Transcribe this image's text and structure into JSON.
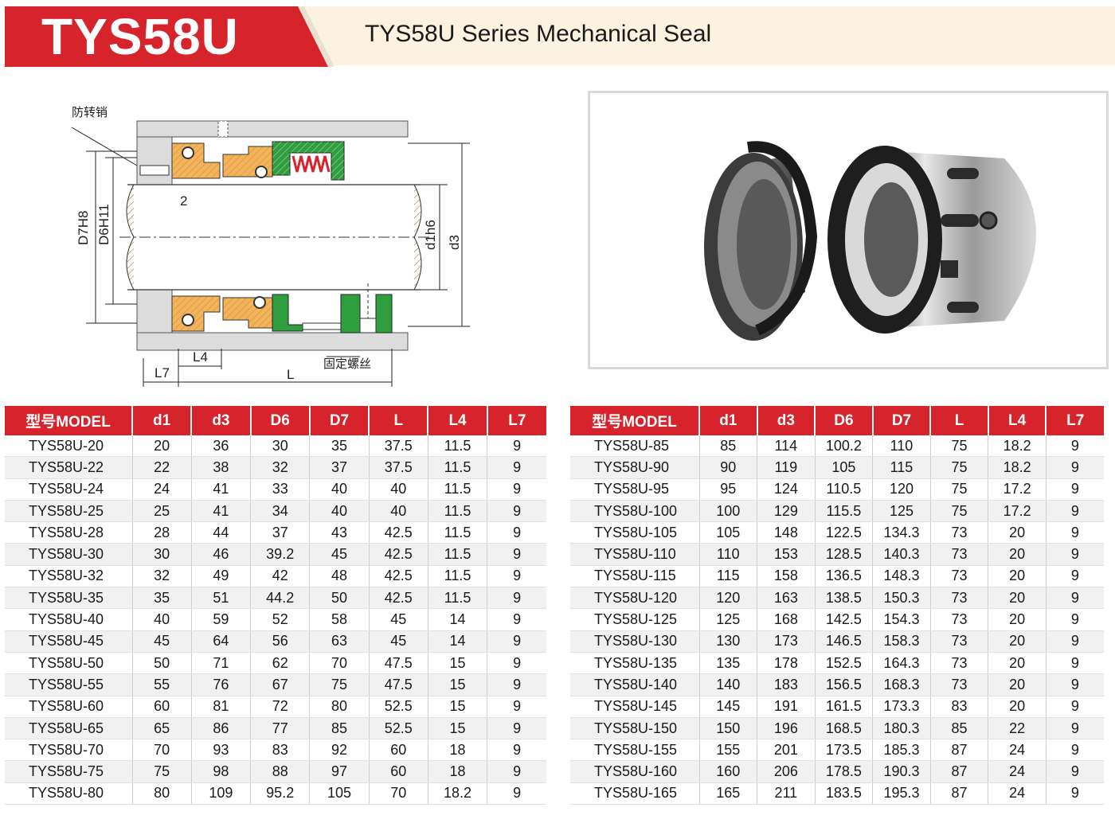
{
  "header": {
    "model": "TYS58U",
    "series_title": "TYS58U  Series Mechanical Seal"
  },
  "drawing": {
    "labels": {
      "anti_rotation_pin": "防转销",
      "set_screw": "固定螺丝",
      "d7h8": "D7H8",
      "d6h11": "D6H11",
      "d1h6": "d1h6",
      "d3": "d3",
      "l7": "L7",
      "l4": "L4",
      "l": "L",
      "two": "2"
    }
  },
  "colors": {
    "accent_red": "#d7232c",
    "header_cream": "#fbf3df",
    "part_orange": "#f3b35a",
    "part_green": "#2e9e3e",
    "spring_red": "#d7232c"
  },
  "table": {
    "columns": [
      "型号MODEL",
      "d1",
      "d3",
      "D6",
      "D7",
      "L",
      "L4",
      "L7"
    ],
    "left_rows": [
      [
        "TYS58U-20",
        "20",
        "36",
        "30",
        "35",
        "37.5",
        "11.5",
        "9"
      ],
      [
        "TYS58U-22",
        "22",
        "38",
        "32",
        "37",
        "37.5",
        "11.5",
        "9"
      ],
      [
        "TYS58U-24",
        "24",
        "41",
        "33",
        "40",
        "40",
        "11.5",
        "9"
      ],
      [
        "TYS58U-25",
        "25",
        "41",
        "34",
        "40",
        "40",
        "11.5",
        "9"
      ],
      [
        "TYS58U-28",
        "28",
        "44",
        "37",
        "43",
        "42.5",
        "11.5",
        "9"
      ],
      [
        "TYS58U-30",
        "30",
        "46",
        "39.2",
        "45",
        "42.5",
        "11.5",
        "9"
      ],
      [
        "TYS58U-32",
        "32",
        "49",
        "42",
        "48",
        "42.5",
        "11.5",
        "9"
      ],
      [
        "TYS58U-35",
        "35",
        "51",
        "44.2",
        "50",
        "42.5",
        "11.5",
        "9"
      ],
      [
        "TYS58U-40",
        "40",
        "59",
        "52",
        "58",
        "45",
        "14",
        "9"
      ],
      [
        "TYS58U-45",
        "45",
        "64",
        "56",
        "63",
        "45",
        "14",
        "9"
      ],
      [
        "TYS58U-50",
        "50",
        "71",
        "62",
        "70",
        "47.5",
        "15",
        "9"
      ],
      [
        "TYS58U-55",
        "55",
        "76",
        "67",
        "75",
        "47.5",
        "15",
        "9"
      ],
      [
        "TYS58U-60",
        "60",
        "81",
        "72",
        "80",
        "52.5",
        "15",
        "9"
      ],
      [
        "TYS58U-65",
        "65",
        "86",
        "77",
        "85",
        "52.5",
        "15",
        "9"
      ],
      [
        "TYS58U-70",
        "70",
        "93",
        "83",
        "92",
        "60",
        "18",
        "9"
      ],
      [
        "TYS58U-75",
        "75",
        "98",
        "88",
        "97",
        "60",
        "18",
        "9"
      ],
      [
        "TYS58U-80",
        "80",
        "109",
        "95.2",
        "105",
        "70",
        "18.2",
        "9"
      ]
    ],
    "right_rows": [
      [
        "TYS58U-85",
        "85",
        "114",
        "100.2",
        "110",
        "75",
        "18.2",
        "9"
      ],
      [
        "TYS58U-90",
        "90",
        "119",
        "105",
        "115",
        "75",
        "18.2",
        "9"
      ],
      [
        "TYS58U-95",
        "95",
        "124",
        "110.5",
        "120",
        "75",
        "17.2",
        "9"
      ],
      [
        "TYS58U-100",
        "100",
        "129",
        "115.5",
        "125",
        "75",
        "17.2",
        "9"
      ],
      [
        "TYS58U-105",
        "105",
        "148",
        "122.5",
        "134.3",
        "73",
        "20",
        "9"
      ],
      [
        "TYS58U-110",
        "110",
        "153",
        "128.5",
        "140.3",
        "73",
        "20",
        "9"
      ],
      [
        "TYS58U-115",
        "115",
        "158",
        "136.5",
        "148.3",
        "73",
        "20",
        "9"
      ],
      [
        "TYS58U-120",
        "120",
        "163",
        "138.5",
        "150.3",
        "73",
        "20",
        "9"
      ],
      [
        "TYS58U-125",
        "125",
        "168",
        "142.5",
        "154.3",
        "73",
        "20",
        "9"
      ],
      [
        "TYS58U-130",
        "130",
        "173",
        "146.5",
        "158.3",
        "73",
        "20",
        "9"
      ],
      [
        "TYS58U-135",
        "135",
        "178",
        "152.5",
        "164.3",
        "73",
        "20",
        "9"
      ],
      [
        "TYS58U-140",
        "140",
        "183",
        "156.5",
        "168.3",
        "73",
        "20",
        "9"
      ],
      [
        "TYS58U-145",
        "145",
        "191",
        "161.5",
        "173.3",
        "83",
        "20",
        "9"
      ],
      [
        "TYS58U-150",
        "150",
        "196",
        "168.5",
        "180.3",
        "85",
        "22",
        "9"
      ],
      [
        "TYS58U-155",
        "155",
        "201",
        "173.5",
        "185.3",
        "87",
        "24",
        "9"
      ],
      [
        "TYS58U-160",
        "160",
        "206",
        "178.5",
        "190.3",
        "87",
        "24",
        "9"
      ],
      [
        "TYS58U-165",
        "165",
        "211",
        "183.5",
        "195.3",
        "87",
        "24",
        "9"
      ]
    ]
  }
}
